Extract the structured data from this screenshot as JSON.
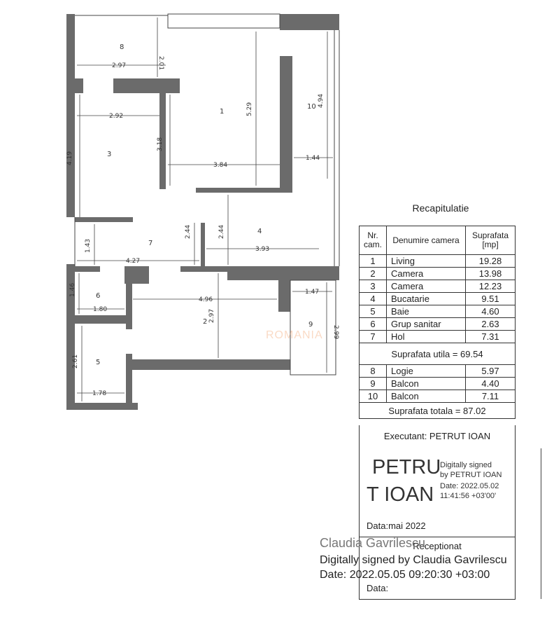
{
  "plan": {
    "rooms": [
      "1",
      "2",
      "3",
      "4",
      "5",
      "6",
      "7",
      "8",
      "9",
      "10"
    ],
    "dimensions": {
      "r8_w": "2.97",
      "r8_h": "2.01",
      "r3_w": "2.92",
      "r3_h": "4.19",
      "r1_h1": "3.18",
      "r1_w": "3.84",
      "r1_h2": "5.29",
      "r10_h": "4.94",
      "r10_w": "1.44",
      "r7_h1": "1.43",
      "r7_w": "4.27",
      "r7_h2": "2.44",
      "r4_h": "2.44",
      "r4_w": "3.93",
      "r6_h": "1.46",
      "r6_w": "1.80",
      "r2_w": "4.96",
      "r2_h": "2.97",
      "r9_w": "1.47",
      "r9_h": "2.99",
      "r5_h": "2.61",
      "r5_w": "1.78"
    },
    "watermark": "ROMANIA",
    "wall_color": "#6b6b6b"
  },
  "recap": {
    "title": "Recapitulatie",
    "headers": [
      "Nr. cam.",
      "Denumire camera",
      "Suprafata [mp]"
    ],
    "rows": [
      {
        "nr": "1",
        "name": "Living",
        "area": "19.28"
      },
      {
        "nr": "2",
        "name": "Camera",
        "area": "13.98"
      },
      {
        "nr": "3",
        "name": "Camera",
        "area": "12.23"
      },
      {
        "nr": "4",
        "name": "Bucatarie",
        "area": "9.51"
      },
      {
        "nr": "5",
        "name": "Baie",
        "area": "4.60"
      },
      {
        "nr": "6",
        "name": "Grup sanitar",
        "area": "2.63"
      },
      {
        "nr": "7",
        "name": "Hol",
        "area": "7.31"
      }
    ],
    "useful_total": "Suprafata utila = 69.54",
    "rows2": [
      {
        "nr": "8",
        "name": "Logie",
        "area": "5.97"
      },
      {
        "nr": "9",
        "name": "Balcon",
        "area": "4.40"
      },
      {
        "nr": "10",
        "name": "Balcon",
        "area": "7.11"
      }
    ],
    "grand_total": "Suprafata totala = 87.02"
  },
  "signing": {
    "executant": "Executant: PETRUT IOAN",
    "sig_name_line1": "PETRU",
    "sig_name_line2": "T IOAN",
    "sig_lines": [
      "Digitally signed",
      "by PETRUT IOAN",
      "Date: 2022.05.02",
      "11:41:56 +03'00'"
    ],
    "data": "Data:mai 2022",
    "receptionat": "Receptionat",
    "data2": "Data:",
    "claudia_name": "Claudia Gavrilescu",
    "claudia_signed": "Digitally signed by Claudia Gavrilescu",
    "claudia_date": "Date: 2022.05.05 09:20:30 +03:00"
  }
}
